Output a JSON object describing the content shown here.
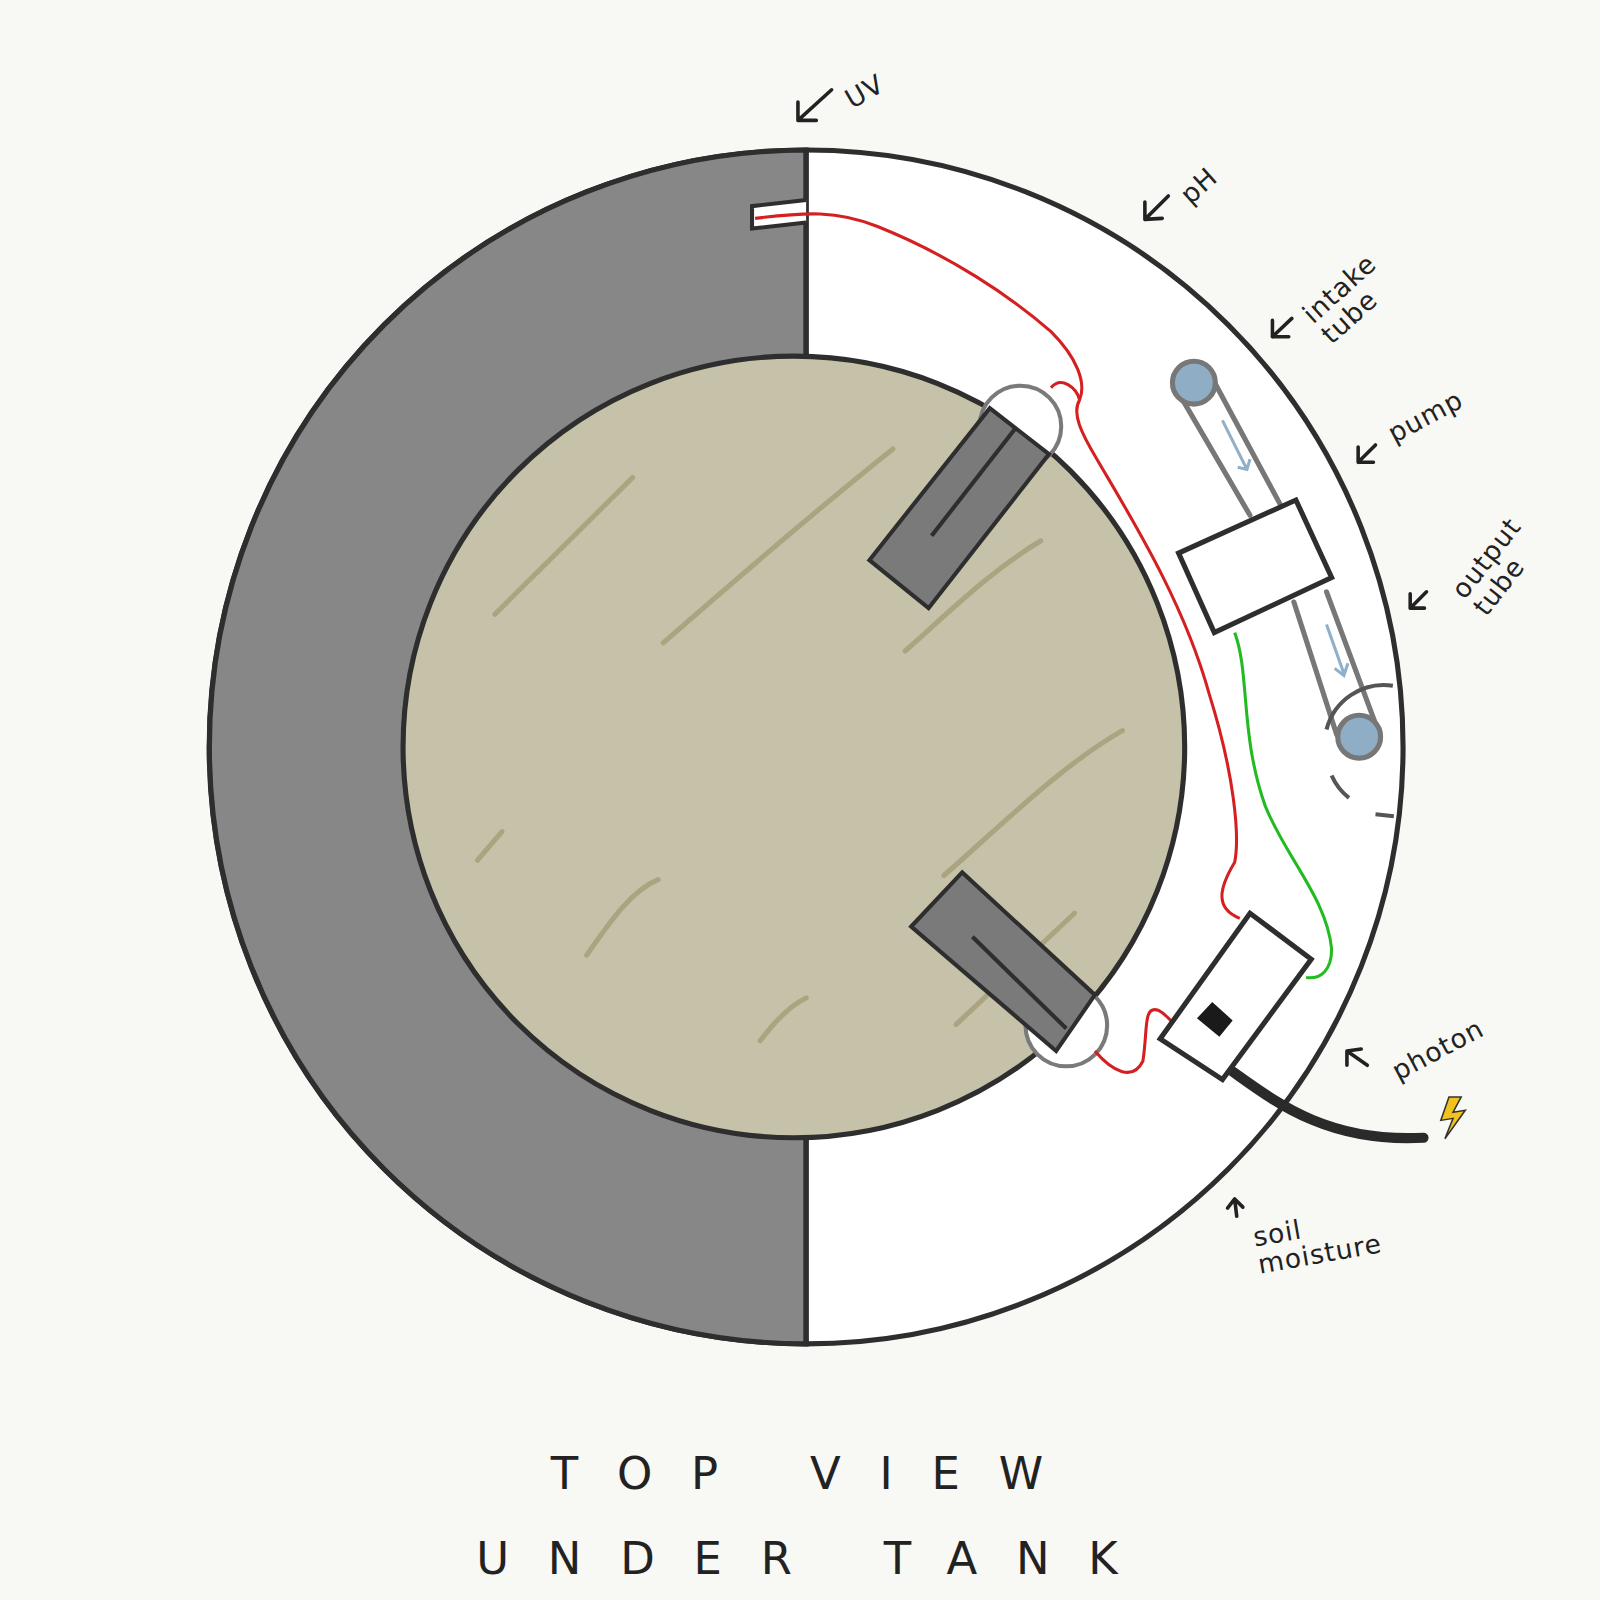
{
  "diagram": {
    "caption": "TOP VIEW UNDER TANK",
    "labels": [
      "UV",
      "pH",
      "intake tube",
      "pump",
      "output tube",
      "photon",
      "soil moisture"
    ]
  }
}
